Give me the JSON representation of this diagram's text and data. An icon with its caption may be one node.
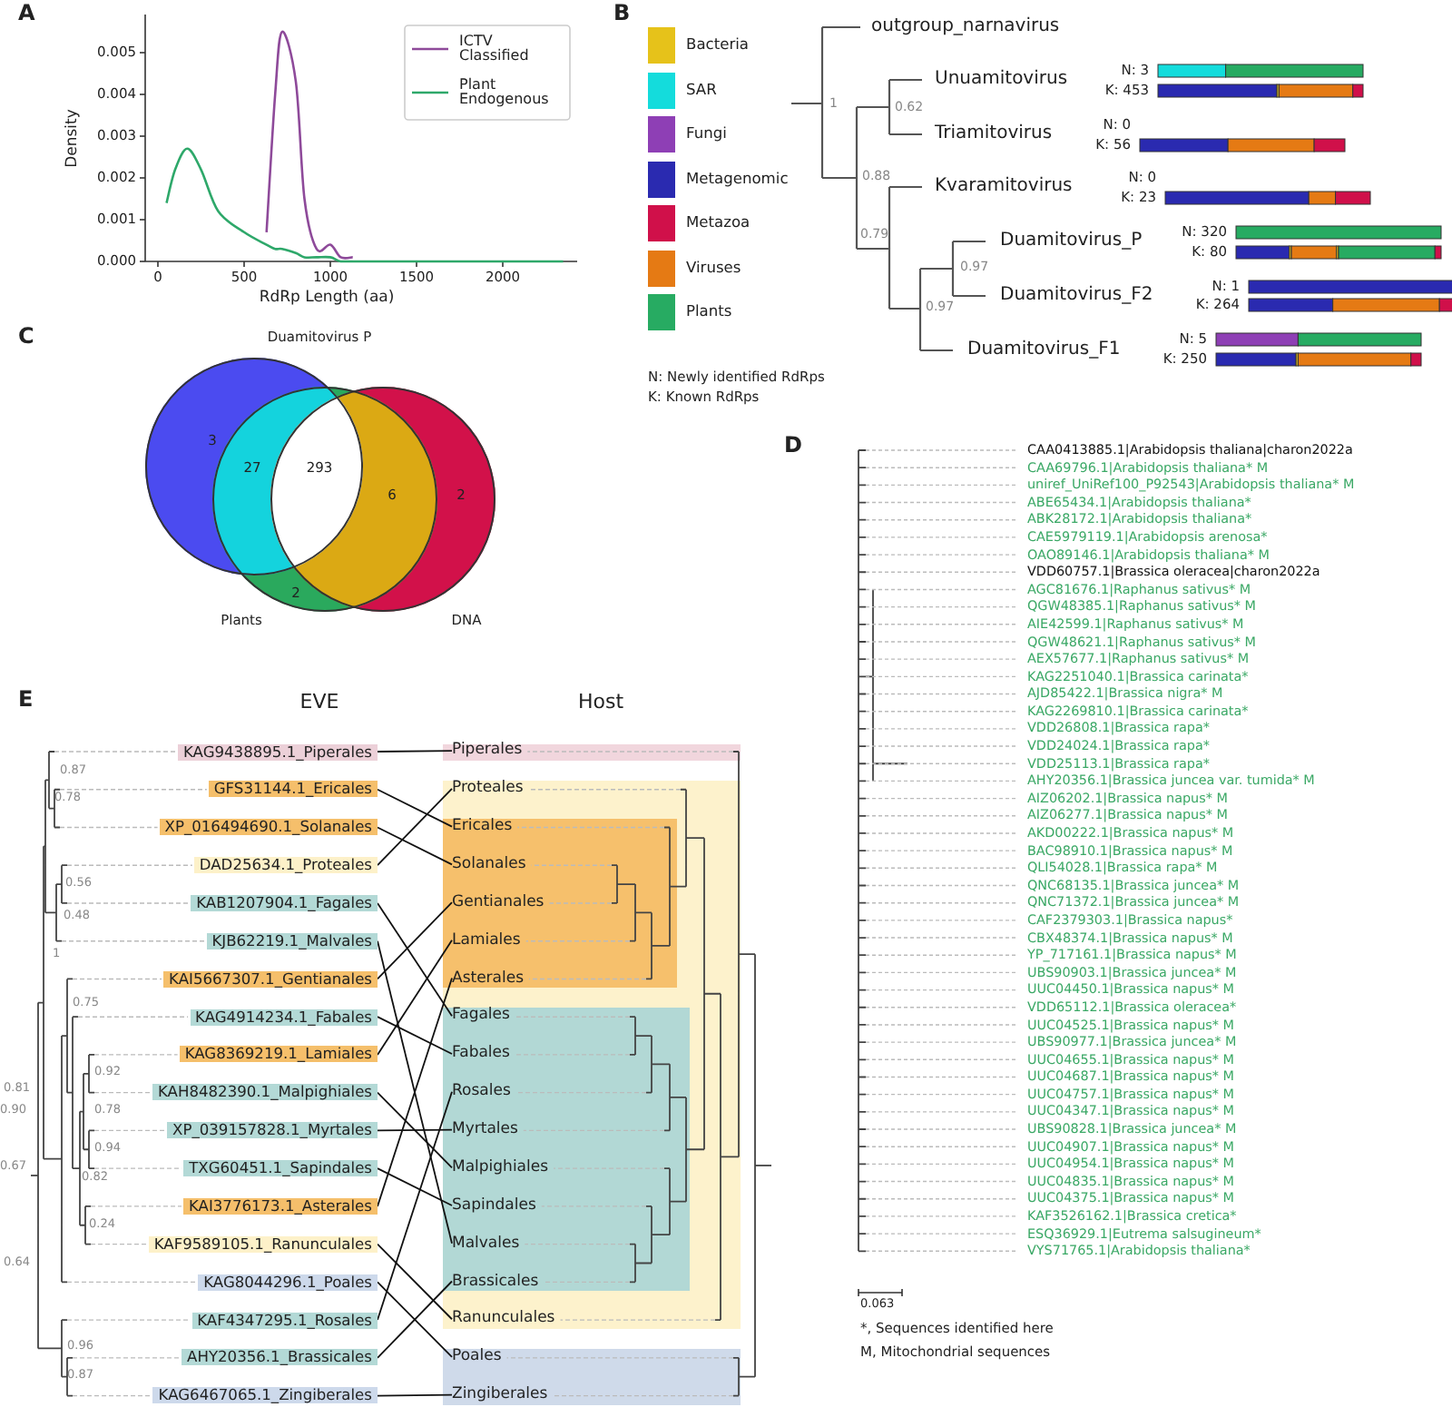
{
  "diagram": {
    "nodes": [
      {
        "text": [
          "Duamitovirus P"
        ]
      },
      {
        "text": [
          "Plants"
        ]
      },
      {
        "text": [
          "DNA"
        ]
      },
      {
        "text": [
          "KAG9438895.1_Piperales"
        ]
      },
      {
        "text": [
          "GFS31144.1_Ericales"
        ]
      },
      {
        "text": [
          "XP_016494690.1_Solanales"
        ]
      },
      {
        "text": [
          "DAD25634.1_Proteales"
        ]
      },
      {
        "text": [
          "KAB1207904.1_Fagales"
        ]
      },
      {
        "text": [
          "KJB62219.1_Malvales"
        ]
      },
      {
        "text": [
          "KAI5667307.1_Gentianales"
        ]
      },
      {
        "text": [
          "KAG4914234.1_Fabales"
        ]
      },
      {
        "text": [
          "KAG8369219.1_Lamiales"
        ]
      },
      {
        "text": [
          "KAH8482390.1_Malpighiales"
        ]
      },
      {
        "text": [
          "XP_039157828.1_Myrtales"
        ]
      },
      {
        "text": [
          "TXG60451.1_Sapindales"
        ]
      },
      {
        "text": [
          "KAI3776173.1_Asterales"
        ]
      },
      {
        "text": [
          "KAF9589105.1_Ranunculales"
        ]
      },
      {
        "text": [
          "KAG8044296.1_Poales"
        ]
      },
      {
        "text": [
          "KAF4347295.1_Rosales"
        ]
      },
      {
        "text": [
          "AHY20356.1_Brassicales"
        ]
      },
      {
        "text": [
          "KAG6467065.1_Zingiberales"
        ]
      },
      {
        "text": [
          "Piperales"
        ]
      },
      {
        "text": [
          "Proteales"
        ]
      },
      {
        "text": [
          "Ericales"
        ]
      },
      {
        "text": [
          "Solanales"
        ]
      },
      {
        "text": [
          "Gentianales"
        ]
      },
      {
        "text": [
          "Lamiales"
        ]
      },
      {
        "text": [
          "Asterales"
        ]
      },
      {
        "text": [
          "Fagales"
        ]
      },
      {
        "text": [
          "Fabales"
        ]
      },
      {
        "text": [
          "Rosales"
        ]
      },
      {
        "text": [
          "Myrtales"
        ]
      },
      {
        "text": [
          "Malpighiales"
        ]
      },
      {
        "text": [
          "Sapindales"
        ]
      },
      {
        "text": [
          "Malvales"
        ]
      },
      {
        "text": [
          "Brassicales"
        ]
      },
      {
        "text": [
          "Ranunculales"
        ]
      },
      {
        "text": [
          "Poales"
        ]
      },
      {
        "text": [
          "Zingiberales"
        ]
      }
    ],
    "edges": [
      {
        "from": 3,
        "to": 21,
        "arrow": "none"
      },
      {
        "from": 4,
        "to": 23,
        "arrow": "none"
      },
      {
        "from": 5,
        "to": 24,
        "arrow": "none"
      },
      {
        "from": 6,
        "to": 22,
        "arrow": "none"
      },
      {
        "from": 7,
        "to": 28,
        "arrow": "none"
      },
      {
        "from": 8,
        "to": 34,
        "arrow": "none"
      },
      {
        "from": 9,
        "to": 25,
        "arrow": "none"
      },
      {
        "from": 10,
        "to": 29,
        "arrow": "none"
      },
      {
        "from": 11,
        "to": 26,
        "arrow": "none"
      },
      {
        "from": 12,
        "to": 32,
        "arrow": "none"
      },
      {
        "from": 13,
        "to": 31,
        "arrow": "none"
      },
      {
        "from": 14,
        "to": 33,
        "arrow": "none"
      },
      {
        "from": 15,
        "to": 27,
        "arrow": "none"
      },
      {
        "from": 16,
        "to": 36,
        "arrow": "none"
      },
      {
        "from": 17,
        "to": 37,
        "arrow": "none"
      },
      {
        "from": 18,
        "to": 30,
        "arrow": "none"
      },
      {
        "from": 19,
        "to": 35,
        "arrow": "none"
      },
      {
        "from": 20,
        "to": 38,
        "arrow": "none"
      }
    ],
    "labels": [
      "A",
      "B",
      "outgroup_narnavirus",
      "Unuamitovirus",
      "Triamitovirus",
      "Kvaramitovirus",
      "Duamitovirus_P",
      "Duamitovirus_F2",
      "Duamitovirus_F1",
      "1",
      "0.62",
      "0.88",
      "0.79",
      "0.97",
      "0.97",
      "N: 3",
      "K: 453",
      "N: 0",
      "K: 56",
      "N: 0",
      "K: 23",
      "N: 320",
      "K: 80",
      "N: 1",
      "K: 264",
      "N: 5",
      "K: 250",
      "N: Newly identified RdRps",
      "K: Known RdRps",
      "C",
      "3",
      "27",
      "293",
      "6",
      "2",
      "2",
      "D",
      "CAA0413885.1|Arabidopsis thaliana|charon2022a",
      "CAA69796.1|Arabidopsis thaliana* M",
      "uniref_UniRef100_P92543|Arabidopsis thaliana* M",
      "ABE65434.1|Arabidopsis thaliana*",
      "ABK28172.1|Arabidopsis thaliana*",
      "CAE5979119.1|Arabidopsis arenosa*",
      "OAO89146.1|Arabidopsis thaliana* M",
      "VDD60757.1|Brassica oleracea|charon2022a",
      "AGC81676.1|Raphanus sativus* M",
      "QGW48385.1|Raphanus sativus* M",
      "AIE42599.1|Raphanus sativus* M",
      "QGW48621.1|Raphanus sativus* M",
      "AEX57677.1|Raphanus sativus* M",
      "KAG2251040.1|Brassica carinata*",
      "AJD85422.1|Brassica nigra* M",
      "KAG2269810.1|Brassica carinata*",
      "VDD26808.1|Brassica rapa*",
      "VDD24024.1|Brassica rapa*",
      "VDD25113.1|Brassica rapa*",
      "AHY20356.1|Brassica juncea var. tumida* M",
      "AIZ06202.1|Brassica napus* M",
      "AIZ06277.1|Brassica napus* M",
      "AKD00222.1|Brassica napus* M",
      "BAC98910.1|Brassica napus* M",
      "QLI54028.1|Brassica rapa* M",
      "QNC68135.1|Brassica juncea* M",
      "QNC71372.1|Brassica juncea* M",
      "CAF2379303.1|Brassica napus*",
      "CBX48374.1|Brassica napus* M",
      "YP_717161.1|Brassica napus* M",
      "UBS90903.1|Brassica juncea* M",
      "UUC04450.1|Brassica napus* M",
      "VDD65112.1|Brassica oleracea*",
      "UUC04525.1|Brassica napus* M",
      "UBS90977.1|Brassica juncea* M",
      "UUC04655.1|Brassica napus* M",
      "UUC04687.1|Brassica napus* M",
      "UUC04757.1|Brassica napus* M",
      "UUC04347.1|Brassica napus* M",
      "UBS90828.1|Brassica juncea* M",
      "UUC04907.1|Brassica napus* M",
      "UUC04954.1|Brassica napus* M",
      "UUC04835.1|Brassica napus* M",
      "UUC04375.1|Brassica napus* M",
      "KAF3526162.1|Brassica cretica*",
      "ESQ36929.1|Eutrema salsugineum*",
      "VYS71765.1|Arabidopsis thaliana*",
      "0.063",
      "*, Sequences identified here",
      "M, Mitochondrial sequences",
      "E",
      "EVE",
      "Host",
      "0.87",
      "0.78",
      "0.56",
      "0.48",
      "1",
      "0.75",
      "0.92",
      "0.81",
      "0.90",
      "0.78",
      "0.94",
      "0.67",
      "0.82",
      "0.24",
      "0.64",
      "0.96",
      "0.87"
    ],
    "legend": [
      {
        "text": "Bacteria",
        "color": "#e6c21a"
      },
      {
        "text": "SAR",
        "color": "#14dcdc"
      },
      {
        "text": "Fungi",
        "color": "#8e3fb5"
      },
      {
        "text": "Metagenomic",
        "color": "#2a2ab0"
      },
      {
        "text": "Metazoa",
        "color": "#d0104a"
      },
      {
        "text": "Viruses",
        "color": "#e57a14"
      },
      {
        "text": "Plants",
        "color": "#27ab62"
      }
    ],
    "chart_data": {
      "type": "line",
      "xlabel": "RdRp Length (aa)",
      "ylabel": "Density",
      "x": [
        50,
        100,
        170,
        250,
        350,
        500,
        630,
        680,
        720,
        800,
        850,
        920,
        1000,
        1060,
        1130,
        1500,
        2000,
        2350
      ],
      "series": [
        {
          "name": "ICTV Classified",
          "color": "#8e4a9a",
          "values": [
            null,
            null,
            null,
            null,
            null,
            null,
            0.0007,
            0.004,
            0.0055,
            0.0043,
            0.0015,
            0.0003,
            0.0004,
            0.0001,
            0.0001,
            null,
            null,
            null
          ]
        },
        {
          "name": "Plant Endogenous",
          "color": "#2ea86a",
          "values": [
            0.0014,
            0.0022,
            0.0027,
            0.0022,
            0.0012,
            0.0007,
            0.0004,
            0.0003,
            0.0003,
            0.0002,
            0.0001,
            0.0001,
            0.0001,
            0.0,
            0.0,
            0.0,
            0.0,
            0.0
          ]
        }
      ],
      "legend": "upper right",
      "xlim": [
        -100,
        2450
      ],
      "ylim": [
        0,
        0.0058
      ],
      "xticks": [
        0,
        500,
        1000,
        1500,
        2000
      ],
      "yticks": [
        {
          "value": 0,
          "label": "0.000"
        },
        {
          "value": 0.001,
          "label": "0.001"
        },
        {
          "value": 0.002,
          "label": "0.002"
        },
        {
          "value": 0.003,
          "label": "0.003"
        },
        {
          "value": 0.004,
          "label": "0.004"
        },
        {
          "value": 0.005,
          "label": "0.005"
        }
      ]
    }
  }
}
